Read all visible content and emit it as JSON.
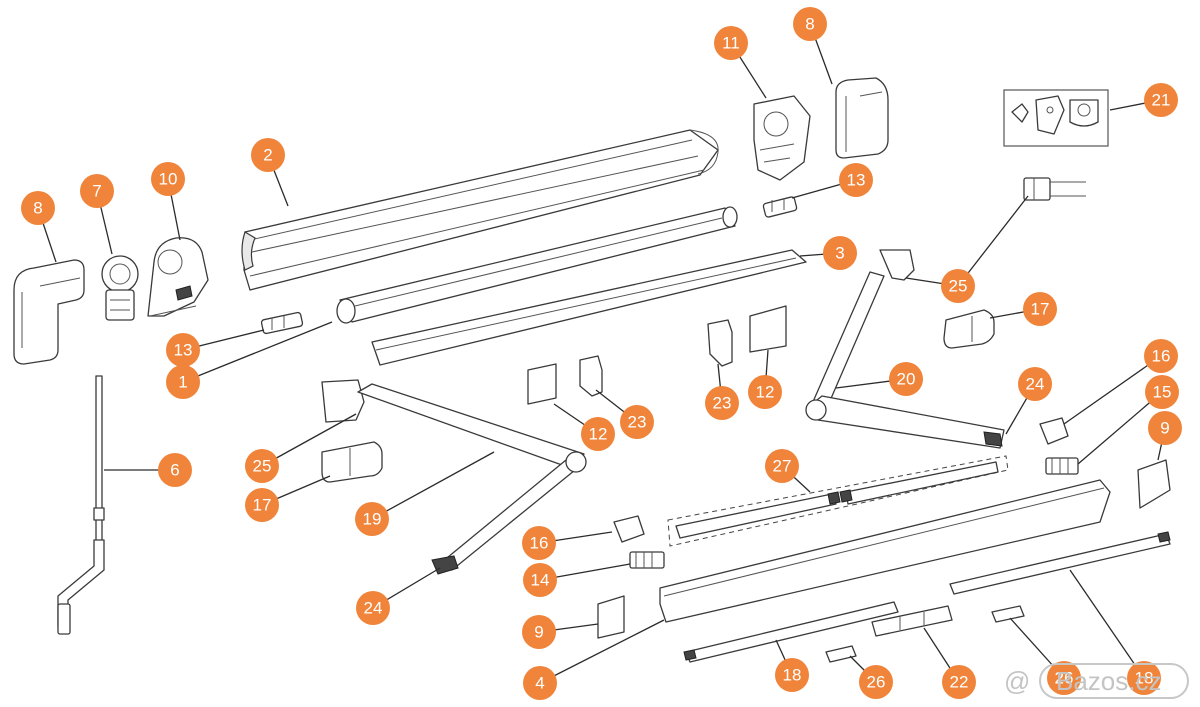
{
  "diagram": {
    "callouts": [
      "1",
      "2",
      "3",
      "4",
      "6",
      "7",
      "8",
      "8",
      "9",
      "9",
      "10",
      "11",
      "12",
      "12",
      "13",
      "13",
      "14",
      "15",
      "16",
      "16",
      "17",
      "17",
      "18",
      "18",
      "19",
      "20",
      "21",
      "22",
      "23",
      "23",
      "24",
      "24",
      "25",
      "25",
      "26",
      "26",
      "27"
    ]
  },
  "colors": {
    "callout": "#f0843a",
    "callout_text": "#ffffff",
    "line": "#2b2b2b",
    "background": "#ffffff"
  },
  "watermark": {
    "symbol": "@",
    "text": "Bazos.cz"
  }
}
